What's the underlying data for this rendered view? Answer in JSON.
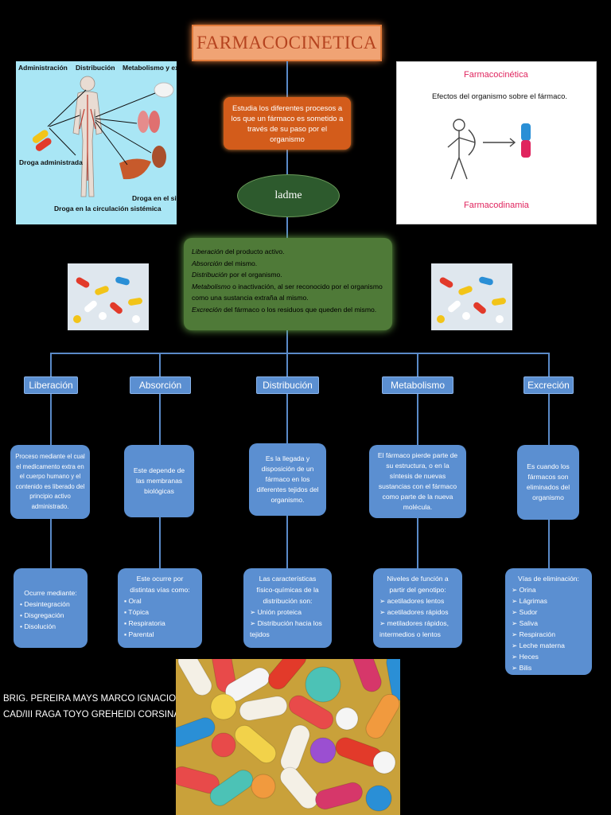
{
  "title": "FARMACOCINETICA",
  "intro_text": "Estudia los diferentes procesos a los que un fármaco es sometido a través de su paso por el organismo",
  "center_node": "ladme",
  "ladme": [
    {
      "term": "Liberación",
      "rest": " del producto activo."
    },
    {
      "term": "Absorción",
      "rest": " del mismo."
    },
    {
      "term": "Distribución",
      "rest": " por el organismo."
    },
    {
      "term": "Metabolismo",
      "rest": " o inactivación, al ser reconocido por el organismo como una sustancia extraña al mismo."
    },
    {
      "term": "Excreción",
      "rest": " del fármaco o los residuos que queden del mismo."
    }
  ],
  "left_figure": {
    "labels": {
      "administracion": "Administración",
      "distribucion": "Distribución",
      "metabolismo": "Metabolismo y excreción",
      "droga_administrada": "Droga administrada",
      "droga_circulacion": "Droga en la circulación sistémica",
      "droga_sitio": "Droga en el sitio de acción"
    }
  },
  "right_figure": {
    "top": "Farmacocinética",
    "caption": "Efectos del organismo sobre el fármaco.",
    "bottom": "Farmacodinamia"
  },
  "branches": [
    {
      "header": "Liberación",
      "desc": "Proceso mediante el cual el medicamento extra en el cuerpo humano y el contenido es liberado del principio activo administrado.",
      "detail_title": "Ocurre mediante:",
      "detail_items": [
        "Desintegración",
        "Disgregación",
        "Disolución"
      ],
      "bullet": "•"
    },
    {
      "header": "Absorción",
      "desc": "Este depende de las membranas biológicas",
      "detail_title": "Este ocurre por distintas vías como:",
      "detail_items": [
        "Oral",
        "Tópica",
        "Respiratoria",
        "Parental"
      ],
      "bullet": "▪"
    },
    {
      "header": "Distribución",
      "desc": "Es la llegada y disposición de un fármaco en los diferentes tejidos del organismo.",
      "detail_title": "Las características físico-químicas de la distribución son:",
      "detail_items": [
        "Unión proteica",
        "Distribución hacia los tejidos"
      ],
      "bullet": "➢"
    },
    {
      "header": "Metabolismo",
      "desc": "El fármaco pierde parte de su estructura, o en la síntesis de nuevas sustancias con el fármaco como parte de la nueva molécula.",
      "detail_title": "Niveles de función a partir del genotipo:",
      "detail_items": [
        "acetiladores lentos",
        "acetiladores rápidos",
        "metiladores rápidos, intermedios o lentos"
      ],
      "bullet": "➢"
    },
    {
      "header": "Excreción",
      "desc": "Es cuando los fármacos son eliminados del organismo",
      "detail_title": "Vías de eliminación:",
      "detail_items": [
        "Orina",
        "Lágrimas",
        "Sudor",
        "Saliva",
        "Respiración",
        "Leche materna",
        "Heces",
        "Bilis"
      ],
      "bullet": "➢"
    }
  ],
  "authors": [
    "BRIG. PEREIRA MAYS MARCO IGNACIO",
    "CAD/III RAGA TOYO GREHEIDI CORSINA"
  ]
}
